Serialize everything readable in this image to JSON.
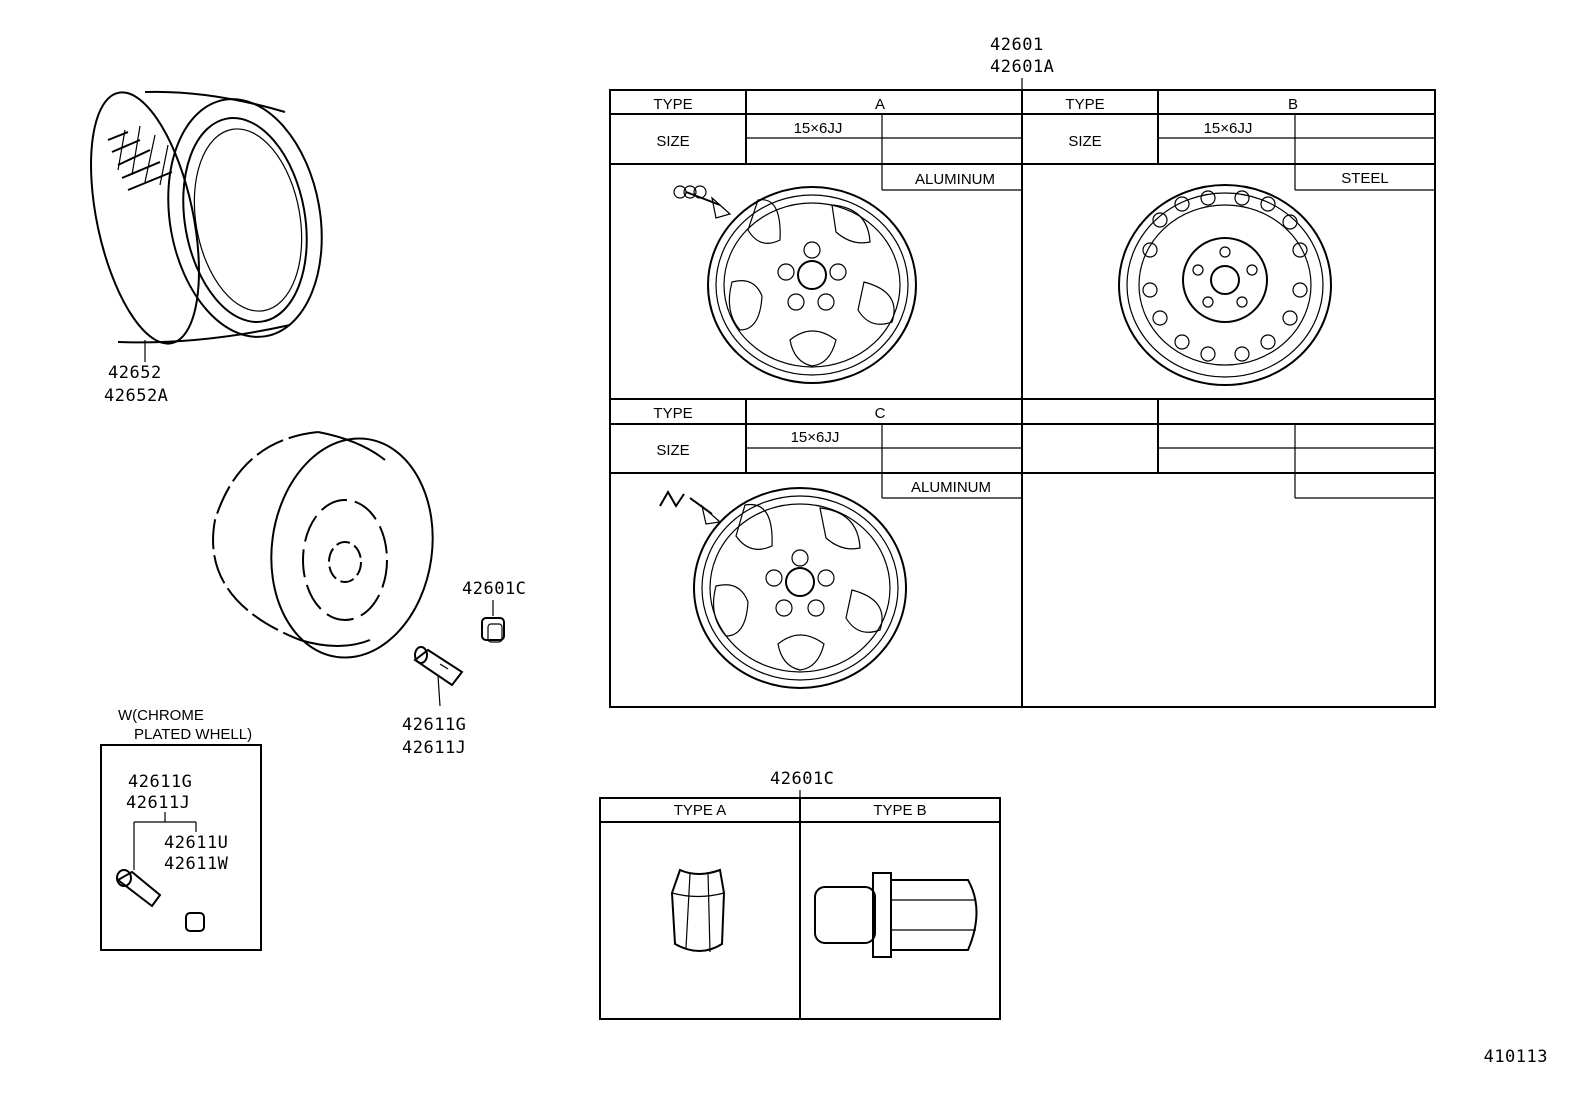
{
  "tire": {
    "part1": "42652",
    "part2": "42652A"
  },
  "valve": {
    "part1": "42611G",
    "part2": "42611J"
  },
  "nut": {
    "part": "42601C"
  },
  "chrome_box": {
    "title1": "W(CHROME",
    "title2": "PLATED WHELL)",
    "part1": "42611G",
    "part2": "42611J",
    "part3": "42611U",
    "part4": "42611W"
  },
  "wheel_table": {
    "part1": "42601",
    "part2": "42601A",
    "type_label": "TYPE",
    "size_label": "SIZE",
    "type_a": "A",
    "type_b": "B",
    "type_c": "C",
    "size_a": "15×6JJ",
    "size_b": "15×6JJ",
    "size_c": "15×6JJ",
    "material_a": "ALUMINUM",
    "material_b": "STEEL",
    "material_c": "ALUMINUM"
  },
  "nut_table": {
    "part": "42601C",
    "type_a": "TYPE A",
    "type_b": "TYPE B"
  },
  "figure_id": "410113"
}
